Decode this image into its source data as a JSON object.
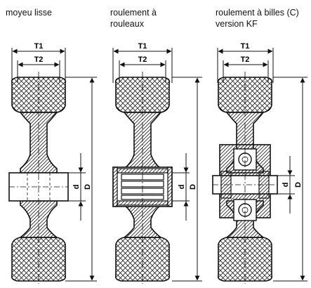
{
  "captions": {
    "plain_hub": "moyeu lisse",
    "roller_bearing": "roulement à\nrouleaux",
    "ball_bearing": "roulement à billes (C)\nversion KF"
  },
  "dimension_labels": {
    "t1": "T1",
    "t2": "T2",
    "d": "d",
    "D": "D"
  }
}
